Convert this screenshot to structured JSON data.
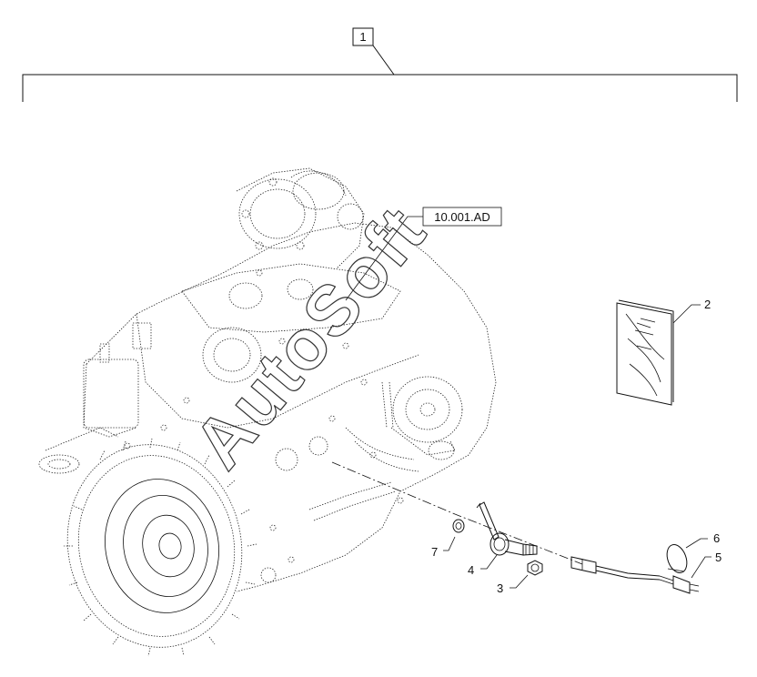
{
  "assembly_label": "1",
  "reference_label": "10.001.AD",
  "watermark": "AutoSoft",
  "callouts": [
    {
      "id": "2",
      "part": "manual-booklet"
    },
    {
      "id": "3",
      "part": "nut"
    },
    {
      "id": "4",
      "part": "heater-element"
    },
    {
      "id": "5",
      "part": "power-cord-plug"
    },
    {
      "id": "6",
      "part": "cable-tie"
    },
    {
      "id": "7",
      "part": "sealing-washer"
    }
  ],
  "colors": {
    "line": "#111111",
    "background": "#ffffff"
  }
}
